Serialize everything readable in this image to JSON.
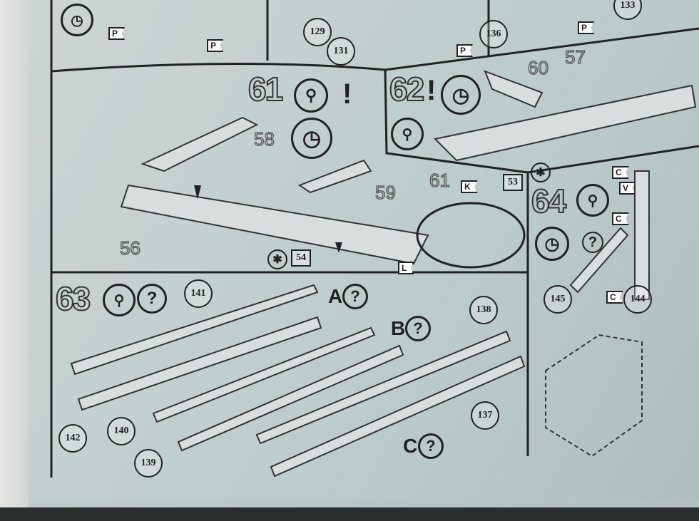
{
  "top_strip": {
    "parts": [
      "129",
      "131",
      "136",
      "133"
    ],
    "flag": "P"
  },
  "step61": {
    "number": "61",
    "warning": "!",
    "parts": [
      "58",
      "59",
      "56"
    ],
    "box": "54",
    "flag": "L"
  },
  "step62": {
    "number": "62",
    "warning": "!",
    "parts": [
      "60",
      "57",
      "61"
    ],
    "box": "53",
    "flag": "K"
  },
  "step63": {
    "number": "63",
    "parts": [
      "141",
      "138",
      "142",
      "140",
      "139",
      "137"
    ],
    "options": [
      "A",
      "B",
      "C"
    ]
  },
  "step64": {
    "number": "64",
    "flags": [
      "C",
      "V",
      "C",
      "C"
    ],
    "parts": [
      "145",
      "144"
    ]
  }
}
